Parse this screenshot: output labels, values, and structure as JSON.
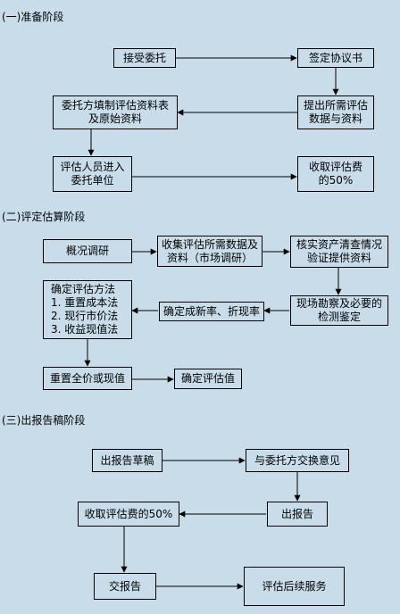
{
  "sections": [
    {
      "title": "(一)准备阶段"
    },
    {
      "title": "(二)评定估算阶段"
    },
    {
      "title": "(三)出报告稿阶段"
    }
  ],
  "stage1": {
    "accept": "接受委托",
    "sign": "签定协议书",
    "fill_form": "委托方填制评估资料表\n及原始资料",
    "provide_data": "提出所需评估\n数据与资料",
    "enter_unit": "评估人员进入\n委托单位",
    "collect_fee": "收取评估费\n的50%"
  },
  "stage2": {
    "survey": "概况调研",
    "collect_data": "收集评估所需数据及\n资料（市场调研）",
    "verify": "核实资产清查情况\n验证提供资料",
    "inspect": "现场勘察及必要的\n检测鉴定",
    "rate": "确定成新率、折现率",
    "method": "确定评估方法\n1. 重置成本法\n2. 现行市价法\n3. 收益现值法",
    "full_price": "重置全价或现值",
    "value": "确定评估值"
  },
  "stage3": {
    "draft": "出报告草稿",
    "exchange": "与委托方交换意见",
    "report": "出报告",
    "collect_fee": "收取评估费的50%",
    "deliver": "交报告",
    "service": "评估后续服务"
  }
}
